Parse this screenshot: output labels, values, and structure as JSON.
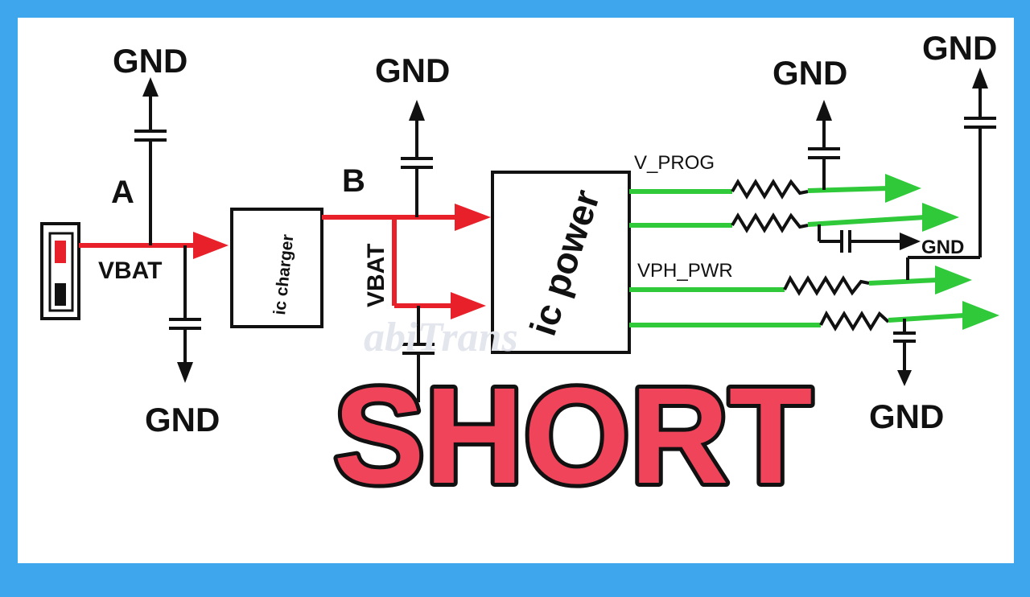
{
  "labels": {
    "gnd": "GND",
    "node_a": "A",
    "node_b": "B",
    "vbat": "VBAT",
    "ic_charger": "ic charger",
    "ic_power": "ic power",
    "v_prog": "V_PROG",
    "vph_pwr": "VPH_PWR"
  },
  "watermark": "abiTrans",
  "overlay_title": "SHORT",
  "colors": {
    "background_border": "#3ea6ec",
    "canvas": "#ffffff",
    "vbat_line": "#e8202a",
    "output_line": "#2fc93a",
    "title_fill": "#f0445a",
    "wire": "#111111"
  }
}
